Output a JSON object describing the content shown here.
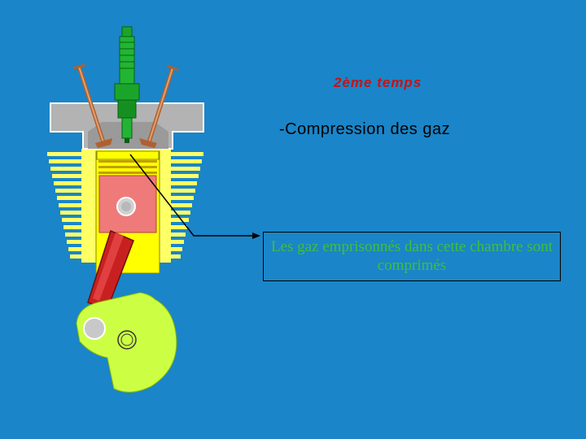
{
  "slide": {
    "title": "2ème temps",
    "subtitle": "-Compression des gaz",
    "callout": "Les gaz emprisonnés dans cette chambre sont comprimés"
  },
  "colors": {
    "background": "#1a85c8",
    "title": "#cc1010",
    "subtitle": "#000000",
    "callout_text": "#3fbf3f",
    "cylinder_fins": "#ffff66",
    "piston": "#ef7a7a",
    "connecting_rod": "#c82020",
    "crank": "#ccff44",
    "spark_plug": "#1aa52a",
    "cylinder_head": "#b3b3b3"
  },
  "icons": [
    "spark-plug-icon",
    "valve-icon",
    "piston-icon",
    "connecting-rod-icon",
    "crankshaft-icon"
  ]
}
